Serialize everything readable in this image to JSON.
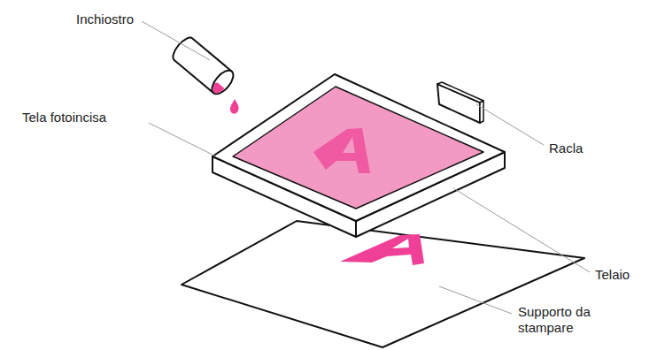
{
  "diagram": {
    "labels": [
      "Inchiostro",
      "Tela fotoincisa",
      "Racla",
      "Telaio",
      "Supporto da stampare"
    ]
  }
}
